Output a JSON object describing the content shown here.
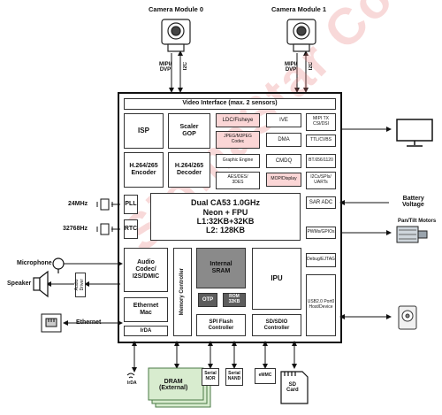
{
  "watermark": "SigmaStar Confidential",
  "cameras": {
    "cam0": "Camera Module 0",
    "cam1": "Camera Module 1"
  },
  "bus_labels": {
    "mipi_dvp": "MIPI/\nDVP",
    "i2c": "I2C"
  },
  "soc": {
    "video_interface": "Video Interface (max. 2 sensors)",
    "isp": "ISP",
    "scaler": "Scaler\nGOP",
    "ldc": "LDC/Fisheye",
    "jpeg": "JPEG/MJPEG\nCodec",
    "ive": "IVE",
    "mipi_tx": "MIPI TX\nCSI/DSI",
    "dma": "DMA",
    "ttl": "TTL/CVBS",
    "h264_enc": "H.264/265\nEncoder",
    "h264_dec": "H.264/265\nDecoder",
    "graphic": "Graphic Engine",
    "cmdq": "CMDQ",
    "bt656": "BT.656/1120",
    "aes": "AES/DES/\n3DES",
    "mop": "MOP/Display",
    "i2cs": "I2Cs/SPIs/\nUARTs",
    "pll": "PLL",
    "rtc": "RTC",
    "cpu": "Dual CA53 1.0GHz\nNeon + FPU\nL1:32KB+32KB\nL2: 128KB",
    "sar": "SAR ADC",
    "pwm": "PWMs/GPIOs",
    "debug": "Debug/EJTAG",
    "audio": "Audio\nCodec/\nI2S/DMIC",
    "mem_ctrl": "Memory Controller",
    "sram": "Internal\nSRAM",
    "otp": "OTP",
    "rom": "ROM\n32KB",
    "ipu": "IPU",
    "usb": "USB2.0 Port0\nHost/Device",
    "eth": "Ethernet\nMac",
    "irda": "IrDA",
    "spi": "SPI Flash\nController",
    "sdio": "SD/SDIO\nController"
  },
  "external": {
    "xtal24": "24MHz",
    "xtal32": "32768Hz",
    "mic": "Microphone",
    "speaker": "Speaker",
    "audio_driver": "Audio\nDriver",
    "ethernet": "Ethernet",
    "irda_ic": "IrDA",
    "dram": "DRAM\n(External)",
    "nor": "Serial\nNOR",
    "nand": "Serial\nNAND",
    "emmc": "eMMC",
    "sdcard": "SD\nCard",
    "battery": "Battery\nVoltage",
    "motors": "Pan/Tilt Motors"
  },
  "colors": {
    "border": "#333333",
    "pink": "#fbd6d6",
    "dark": "#5d5d5d",
    "sram": "#8a8a8a",
    "watermark": "#e67878"
  }
}
